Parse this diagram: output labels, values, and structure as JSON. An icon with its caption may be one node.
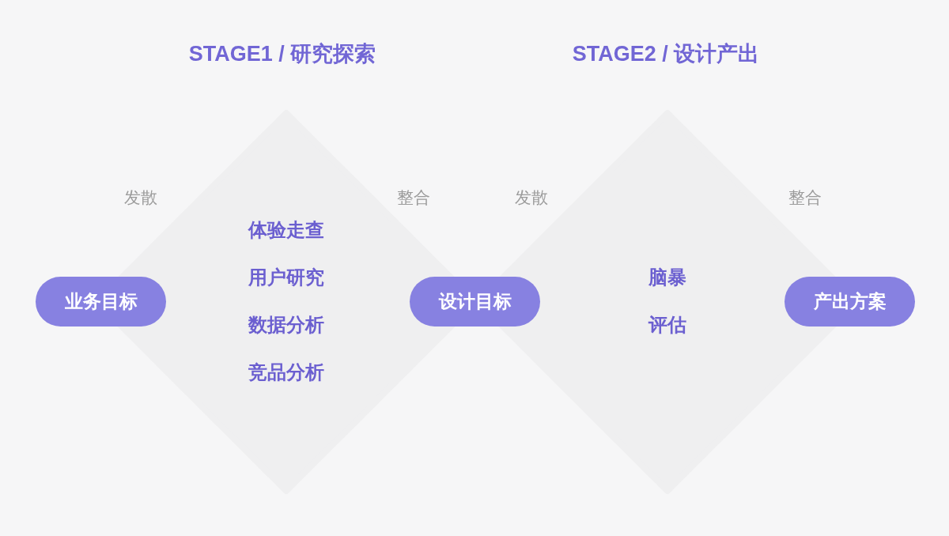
{
  "diagram": {
    "nodes": [
      {
        "text": [
          "业务目标"
        ]
      },
      {
        "text": [
          "体验走查",
          "用户研究",
          "数据分析",
          "竞品分析"
        ]
      },
      {
        "text": [
          "设计目标"
        ]
      },
      {
        "text": [
          "脑暴",
          "评估"
        ]
      },
      {
        "text": [
          "产出方案"
        ]
      }
    ],
    "labels": [
      "STAGE1 / 研究探索",
      "STAGE2 / 设计产出",
      "发散",
      "整合",
      "发散",
      "整合"
    ]
  }
}
